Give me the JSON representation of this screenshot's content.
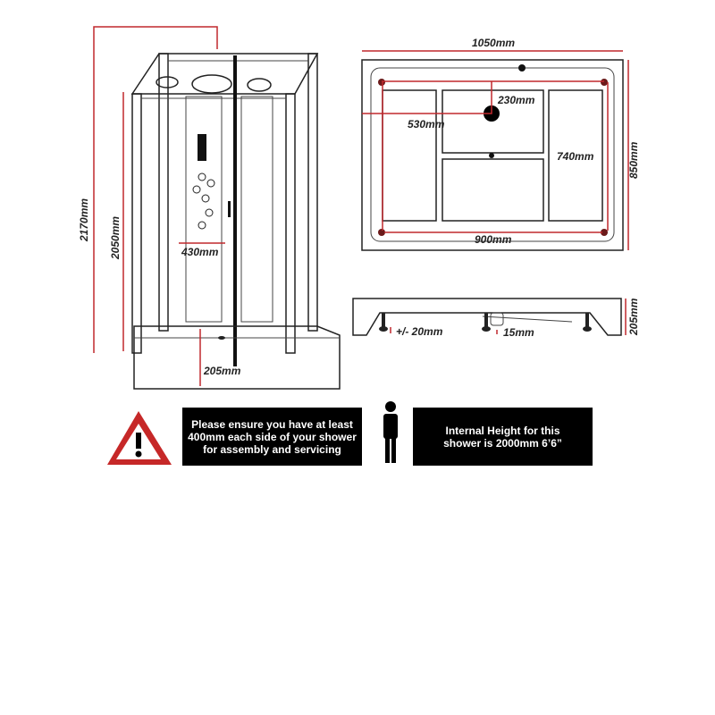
{
  "front_view": {
    "total_height": "2170mm",
    "door_height": "2050mm",
    "door_width": "430mm",
    "tray_height": "205mm"
  },
  "top_view": {
    "width": "1050mm",
    "depth": "850mm",
    "inner_width": "900mm",
    "inner_depth": "740mm",
    "waste_x": "530mm",
    "waste_y": "230mm"
  },
  "side_view": {
    "leg_adjust": "+/- 20mm",
    "waste_clearance": "15mm",
    "tray_height": "205mm"
  },
  "notices": {
    "clearance": "Please ensure you have at least 400mm each side of your shower for assembly and servicing",
    "internal_height": "Internal Height for this shower is 2000mm 6’6”"
  },
  "colors": {
    "accent": "#c0282d"
  }
}
